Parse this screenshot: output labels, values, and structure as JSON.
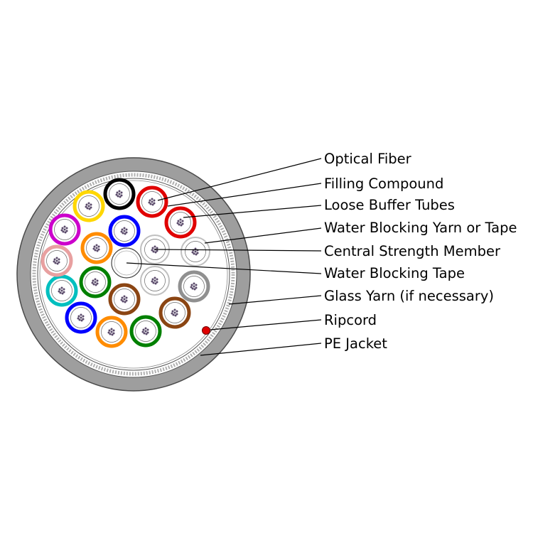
{
  "callouts": [
    {
      "label": "Optical Fiber",
      "part": "optical-fiber"
    },
    {
      "label": "Filling Compound",
      "part": "filling-compound"
    },
    {
      "label": "Loose Buffer Tubes",
      "part": "loose-buffer-tubes"
    },
    {
      "label": "Water Blocking Yarn or Tape",
      "part": "water-blocking-yarn"
    },
    {
      "label": "Central Strength Member",
      "part": "central-strength-member"
    },
    {
      "label": "Water Blocking Tape",
      "part": "water-blocking-tape"
    },
    {
      "label": "Glass Yarn (if necessary)",
      "part": "glass-yarn"
    },
    {
      "label": "Ripcord",
      "part": "ripcord"
    },
    {
      "label": "PE Jacket",
      "part": "pe-jacket"
    }
  ],
  "colors": {
    "jacket": "#9e9e9e",
    "jacket_outline": "#4a4a4a",
    "core": "#ffffff",
    "ripcord": "#e00000",
    "fiber_dots": "#5a4a6a"
  },
  "outer_tube_colors": [
    "black",
    "red",
    "red",
    "white",
    "gray",
    "brown",
    "green",
    "orange",
    "blue",
    "aqua",
    "rose",
    "violet",
    "yellow"
  ],
  "inner_tube_colors": [
    "blue",
    "orange",
    "green",
    "brown",
    "white",
    "white"
  ],
  "tube_color_hex": {
    "black": "#000000",
    "red": "#e00000",
    "white": "#c0c0c0",
    "gray": "#909090",
    "brown": "#8b4513",
    "green": "#008000",
    "orange": "#ff8c00",
    "blue": "#0000ff",
    "aqua": "#00bfbf",
    "rose": "#e8a0a0",
    "violet": "#cc00cc",
    "yellow": "#ffd700"
  }
}
